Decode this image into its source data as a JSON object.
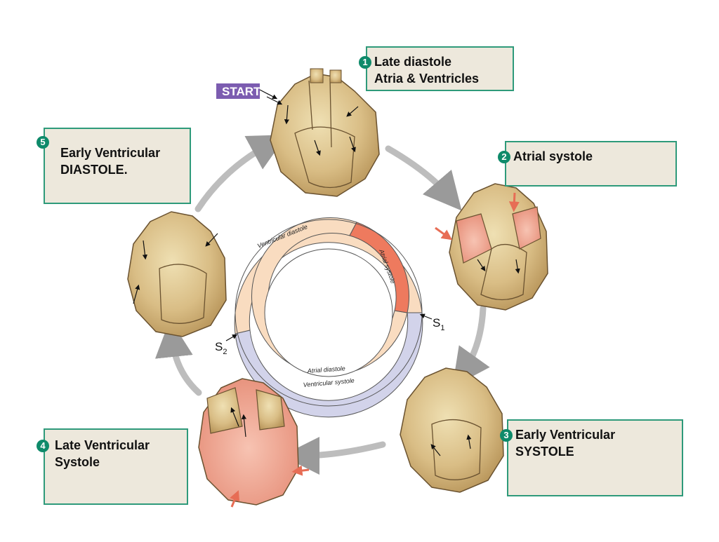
{
  "start_label": "START",
  "steps": [
    {
      "number": "1",
      "line1": "Late diastole",
      "line2": "Atria & Ventricles"
    },
    {
      "number": "2",
      "line1": "Atrial systole",
      "line2": ""
    },
    {
      "number": "3",
      "line1": "Early Ventricular",
      "line2": "SYSTOLE"
    },
    {
      "number": "4",
      "line1": "Late Ventricular",
      "line2": "Systole"
    },
    {
      "number": "5",
      "line1": "Early Ventricular",
      "line2": "DIASTOLE."
    }
  ],
  "ring": {
    "outer_top": "Ventricular diastole",
    "outer_bottom": "Ventricular systole",
    "inner_segment": "Atrial systole",
    "inner_bottom": "Atrial diastole"
  },
  "sounds": {
    "s1_letter": "S",
    "s1_sub": "1",
    "s2_letter": "S",
    "s2_sub": "2"
  },
  "colors": {
    "box_fill": "#ede8dc",
    "box_border": "#2e9a7a",
    "ring_diastole": "#f9dcc0",
    "ring_systole": "#d2d3ea",
    "atrial_systole": "#ee7a5e",
    "start_tag": "#7c5cb0"
  }
}
